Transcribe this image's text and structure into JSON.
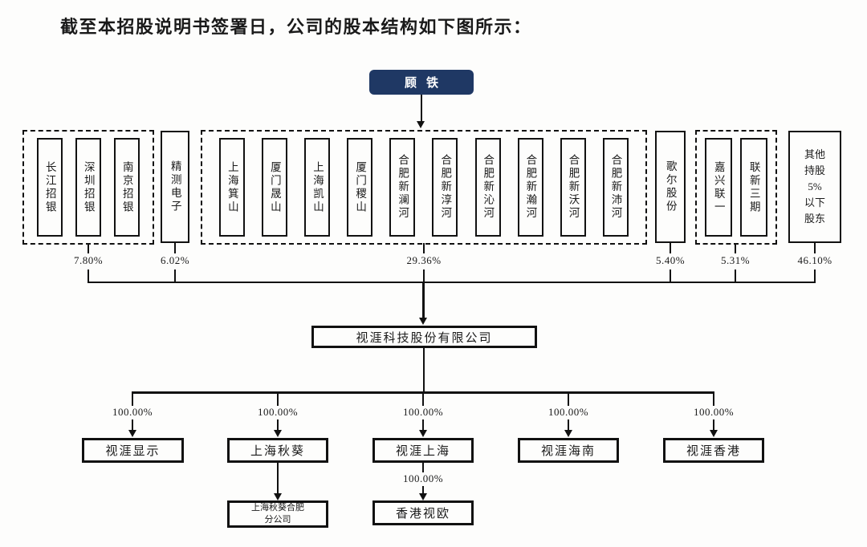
{
  "title": "截至本招股说明书签署日，公司的股本结构如下图所示：",
  "controller": {
    "name": "顾铁"
  },
  "shareholders": [
    {
      "group_style": "dashed",
      "percent": "7.80%",
      "members": [
        "长江招银",
        "深圳招银",
        "南京招银"
      ]
    },
    {
      "group_style": "single",
      "percent": "6.02%",
      "members": [
        "精测电子"
      ]
    },
    {
      "group_style": "dashed",
      "percent": "29.36%",
      "members": [
        "上海箕山",
        "厦门晟山",
        "上海凯山",
        "厦门稷山",
        "合肥新澜河",
        "合肥新淳河",
        "合肥新沁河",
        "合肥新瀚河",
        "合肥新沃河",
        "合肥新沛河"
      ]
    },
    {
      "group_style": "single",
      "percent": "5.40%",
      "members": [
        "歌尔股份"
      ]
    },
    {
      "group_style": "dashed",
      "percent": "5.31%",
      "members": [
        "嘉兴联一",
        "联新三期"
      ]
    },
    {
      "group_style": "single",
      "percent": "46.10%",
      "members": [
        "其他持股5%以下股东"
      ],
      "display": "其他\n持股\n5%\n以下\n股东"
    }
  ],
  "company": {
    "name": "视涯科技股份有限公司"
  },
  "subsidiaries": [
    {
      "name": "视涯显示",
      "percent": "100.00%"
    },
    {
      "name": "上海秋葵",
      "percent": "100.00%"
    },
    {
      "name": "视涯上海",
      "percent": "100.00%"
    },
    {
      "name": "视涯海南",
      "percent": "100.00%"
    },
    {
      "name": "视涯香港",
      "percent": "100.00%"
    }
  ],
  "branches": [
    {
      "name": "上海秋葵合肥\n分公司",
      "parent": "上海秋葵",
      "percent": ""
    },
    {
      "name": "香港视欧",
      "parent": "视涯上海",
      "percent": "100.00%"
    }
  ],
  "colors": {
    "controller_bg": "#1f3864",
    "line": "#111111",
    "text": "#1a1a1a"
  }
}
